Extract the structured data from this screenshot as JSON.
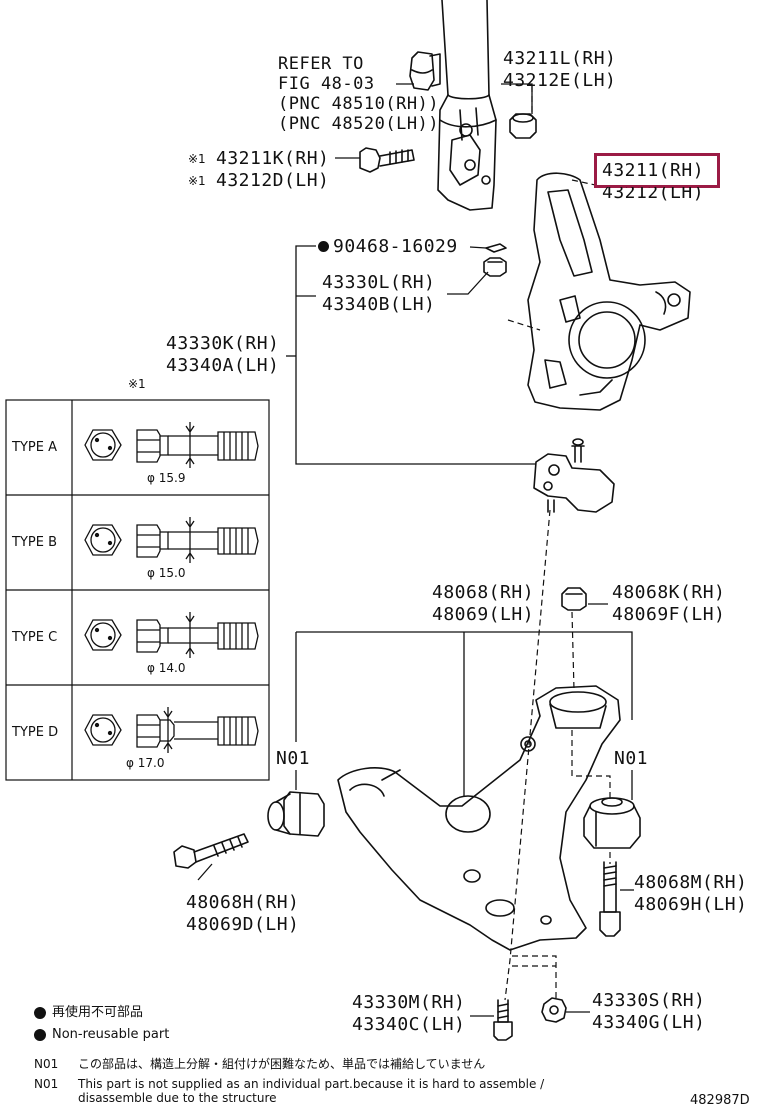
{
  "strut_ref": {
    "line1": "REFER TO",
    "line2": "FIG 48-03",
    "line3": "(PNC 48510(RH))",
    "line4": "(PNC 48520(LH))"
  },
  "parts": {
    "p43211L": [
      "43211L(RH)",
      "43212E(LH)"
    ],
    "p43211K": [
      "43211K(RH)",
      "43212D(LH)"
    ],
    "p43211K_mark": "※1",
    "p43211": [
      "43211(RH)",
      "43212(LH)"
    ],
    "p90468": "90468-16029",
    "p43330L": [
      "43330L(RH)",
      "43340B(LH)"
    ],
    "p43330K": [
      "43330K(RH)",
      "43340A(LH)"
    ],
    "p48068": [
      "48068(RH)",
      "48069(LH)"
    ],
    "p48068K": [
      "48068K(RH)",
      "48069F(LH)"
    ],
    "n01_left": "N01",
    "n01_right": "N01",
    "p48068H": [
      "48068H(RH)",
      "48069D(LH)"
    ],
    "p48068M": [
      "48068M(RH)",
      "48069H(LH)"
    ],
    "p43330M": [
      "43330M(RH)",
      "43340C(LH)"
    ],
    "p43330S": [
      "43330S(RH)",
      "43340G(LH)"
    ]
  },
  "type_table": {
    "mark": "※1",
    "rows": [
      {
        "label": "TYPE A",
        "diameter": "15.9"
      },
      {
        "label": "TYPE B",
        "diameter": "15.0"
      },
      {
        "label": "TYPE C",
        "diameter": "14.0"
      },
      {
        "label": "TYPE D",
        "diameter": "17.0"
      }
    ],
    "phi": "φ"
  },
  "legend": {
    "jp": "再使用不可部品",
    "en": "Non-reusable part"
  },
  "notes": {
    "code": "N01",
    "jp": "この部品は、構造上分解・組付けが困難なため、単品では補給していません",
    "en1": "This part is not supplied as an individual part.because it is hard to assemble /",
    "en2": "disassemble due to the structure"
  },
  "figure_id": "482987D",
  "highlight_color": "#9b1b45"
}
